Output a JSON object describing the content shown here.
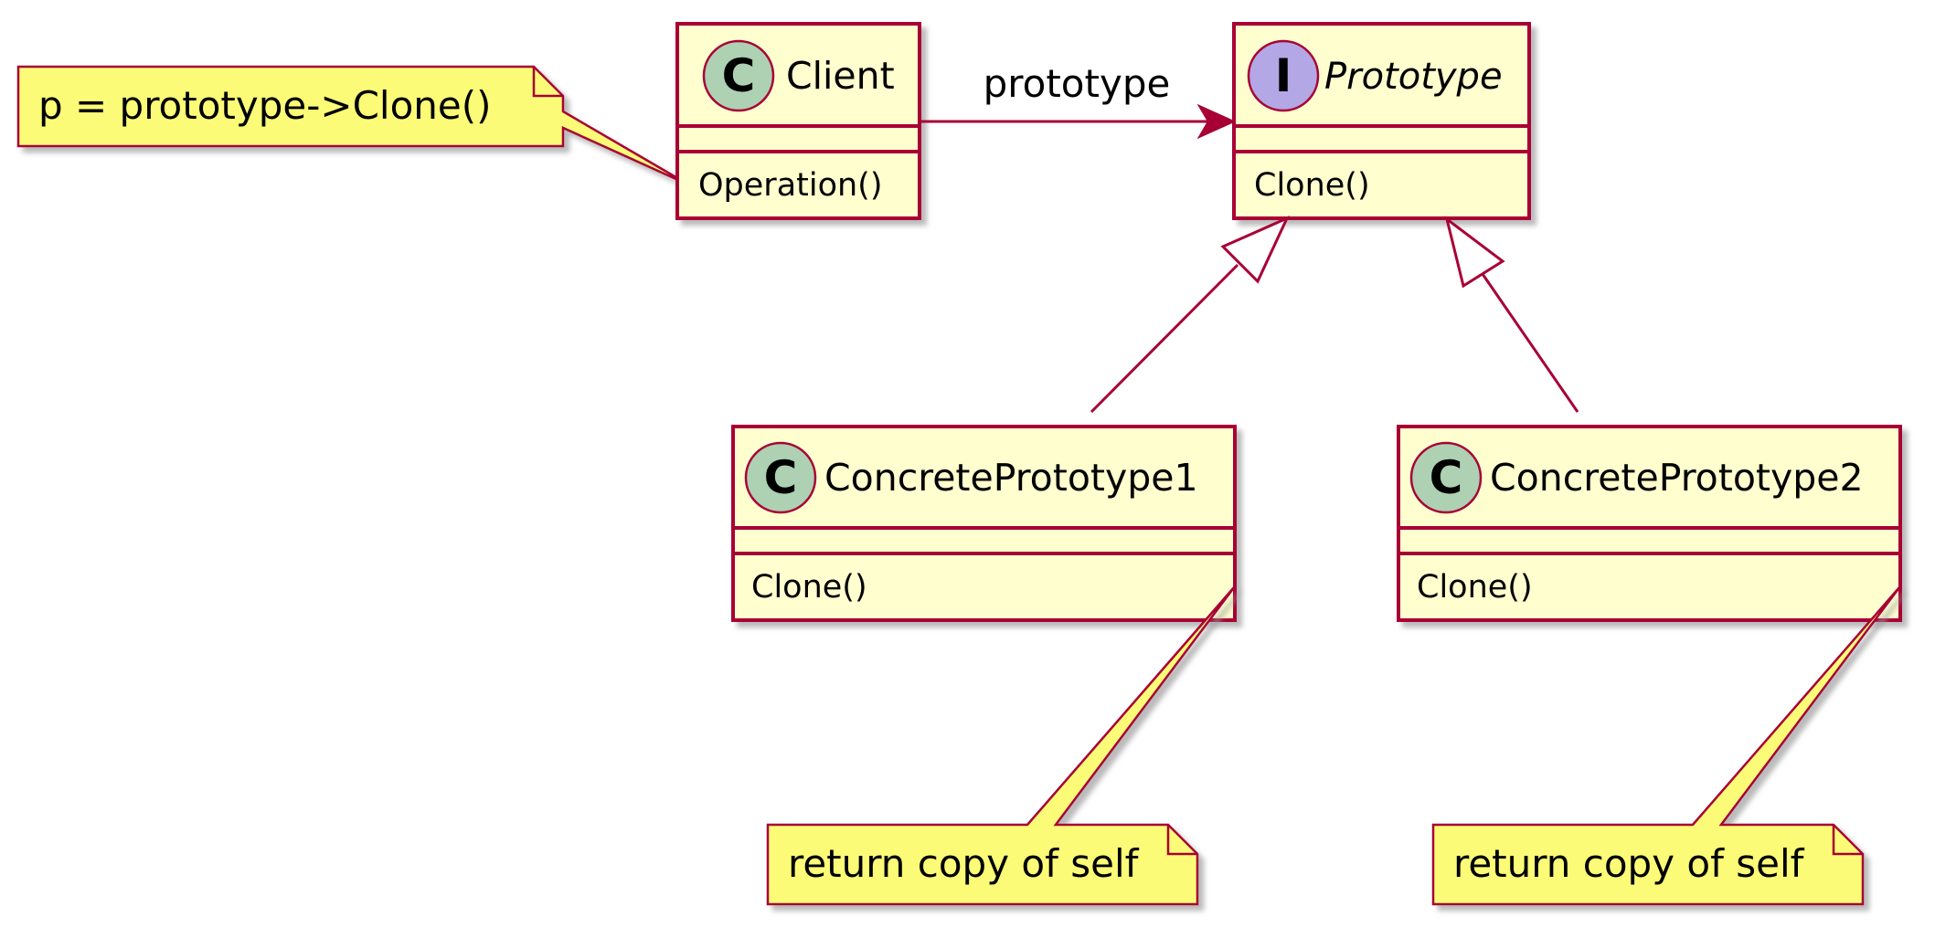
{
  "diagram": {
    "classes": {
      "client": {
        "stereotype_letter": "C",
        "name": "Client",
        "method": "Operation()"
      },
      "prototype": {
        "stereotype_letter": "I",
        "name": "Prototype",
        "method": "Clone()"
      },
      "concrete1": {
        "stereotype_letter": "C",
        "name": "ConcretePrototype1",
        "method": "Clone()"
      },
      "concrete2": {
        "stereotype_letter": "C",
        "name": "ConcretePrototype2",
        "method": "Clone()"
      }
    },
    "association": {
      "label": "prototype"
    },
    "notes": {
      "client_note": "p = prototype->Clone()",
      "concrete1_note": "return copy of self",
      "concrete2_note": "return copy of self"
    }
  },
  "colors": {
    "border": "#A80036",
    "class_fill": "#FEFECE",
    "note_fill": "#FBFB77",
    "class_circle": "#ADD1B2",
    "interface_circle": "#B4A7E5",
    "shadow": "#bdbdbd"
  }
}
